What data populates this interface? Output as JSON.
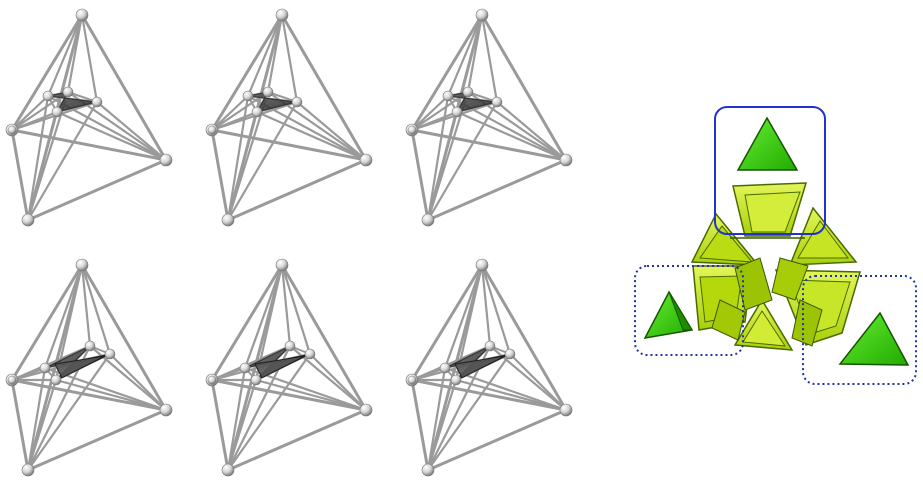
{
  "figure": {
    "wireframes": [
      {
        "variant": "a",
        "inner_plate": "small"
      },
      {
        "variant": "b",
        "inner_plate": "small"
      },
      {
        "variant": "c",
        "inner_plate": "small"
      },
      {
        "variant": "d",
        "inner_plate": "large"
      },
      {
        "variant": "e",
        "inner_plate": "large"
      },
      {
        "variant": "f",
        "inner_plate": "large"
      }
    ],
    "exploded_view": {
      "highlight_box_solid": "blue",
      "highlight_box_dotted": [
        "left",
        "right"
      ]
    }
  },
  "colors": {
    "background": "#ffffff",
    "rod": "#9a9a9a",
    "rod_dark": "#5a5a5a",
    "ball": "#e8e8e8",
    "plate": "#3a3a3a",
    "green_light": "#ccee22",
    "green_bright": "#33cc11",
    "green_dark": "#5e7a00",
    "box_solid": "#2233cc",
    "box_dotted": "#2233aa"
  }
}
